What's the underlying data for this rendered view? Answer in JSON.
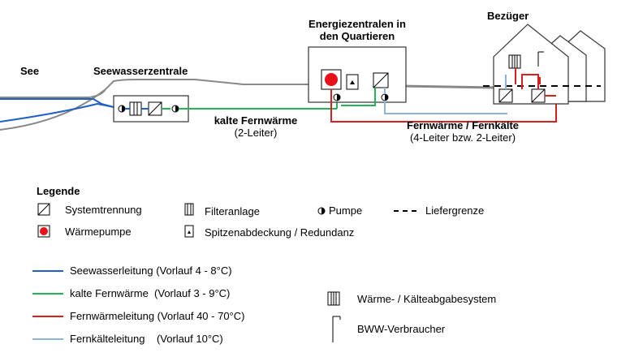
{
  "labels": {
    "see": "See",
    "seewasserzentrale": "Seewasserzentrale",
    "energiezentralen_line1": "Energiezentralen in",
    "energiezentralen_line2": "den Quartieren",
    "bezueger": "Bezüger",
    "kalte_fernwaerme_title": "kalte Fernwärme",
    "kalte_fernwaerme_sub": "(2-Leiter)",
    "fernwaerme_title": "Fernwärme / Fernkälte",
    "fernwaerme_sub": "(4-Leiter bzw. 2-Leiter)"
  },
  "legend": {
    "title": "Legende",
    "symbols": [
      {
        "icon": "system-separation-icon",
        "label": "Systemtrennung"
      },
      {
        "icon": "heat-pump-icon",
        "label": "Wärmepumpe"
      },
      {
        "icon": "filter-icon",
        "label": "Filteranlage"
      },
      {
        "icon": "peak-coverage-icon",
        "label": "Spitzenabdeckung / Redundanz"
      },
      {
        "icon": "pump-icon",
        "label": "Pumpe"
      },
      {
        "icon": "delivery-boundary-icon",
        "label": "Liefergrenze"
      },
      {
        "icon": "radiator-icon",
        "label": "Wärme- / Kälteabgabesystem"
      },
      {
        "icon": "shower-icon",
        "label": "BWW-Verbraucher"
      }
    ],
    "lines": [
      {
        "label": "Seewasserleitung (Vorlauf 4 - 8°C)",
        "color": "#1f5fc8"
      },
      {
        "label": "kalte Fernwärme  (Vorlauf 3 - 9°C)",
        "color": "#22b45a"
      },
      {
        "label": "Fernwärmeleitung (Vorlauf 40 - 70°C)",
        "color": "#d92020"
      },
      {
        "label": "Fernkälteleitung    (Vorlauf 10°C)",
        "color": "#8fb4dc"
      }
    ]
  },
  "colors": {
    "seawater": "#1f5fc8",
    "cold_district": "#22b45a",
    "district_heat": "#d92020",
    "district_cool": "#8fb4dc",
    "heat_pump": "#e8121b"
  }
}
